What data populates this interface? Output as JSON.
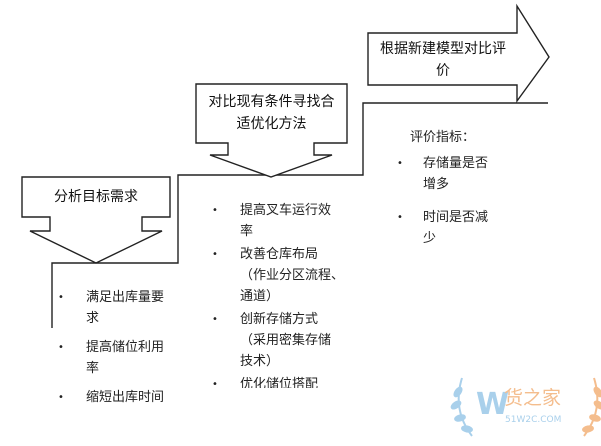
{
  "boxes": {
    "step1": "分析目标需求",
    "step2_line1": "对比现有条件寻找合",
    "step2_line2": "适优化方法",
    "step3_line1": "根据新建模型对比评",
    "step3_line2": "价"
  },
  "lists": {
    "left": [
      {
        "line1": "满足出库量要",
        "line2": "求"
      },
      {
        "line1": "提高储位利用",
        "line2": "率"
      },
      {
        "line1": "缩短出库时间",
        "line2": ""
      }
    ],
    "middle": [
      {
        "line1": "提高叉车运行效",
        "line2": "率",
        "line3": ""
      },
      {
        "line1": "改善仓库布局",
        "line2": "（作业分区流程、",
        "line3": "通道）"
      },
      {
        "line1": "创新存储方式",
        "line2": "（采用密集存储",
        "line3": "技术）"
      },
      {
        "line1": "优化储位搭配",
        "line2": "",
        "line3": ""
      }
    ],
    "right_heading": "评价指标：",
    "right": [
      {
        "line1": "存储量是否",
        "line2": "增多"
      },
      {
        "line1": "时间是否减",
        "line2": "少"
      }
    ]
  },
  "bullet_symbol": "•",
  "watermark": {
    "brand": "货之家",
    "domain": "51W2C.COM",
    "letter": "W"
  },
  "colors": {
    "stroke": "#222222",
    "watermark_blue": "#9bc8e8",
    "watermark_orange": "#f3b27a"
  }
}
